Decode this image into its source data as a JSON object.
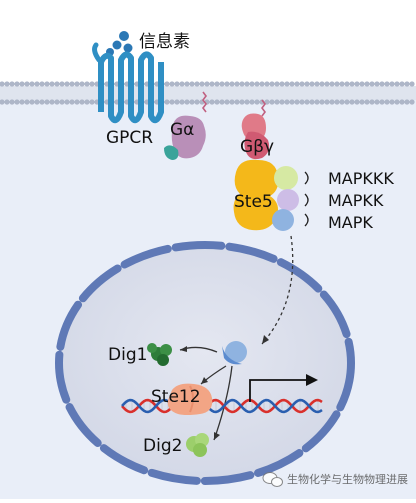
{
  "labels": {
    "pheromone": "信息素",
    "gpcr": "GPCR",
    "g_alpha": "Gα",
    "g_beta_gamma": "Gβγ",
    "ste5": "Ste5",
    "mapkkk": "MAPKKK",
    "mapkk": "MAPKK",
    "mapk": "MAPK",
    "dig1": "Dig1",
    "ste12": "Ste12",
    "dig2": "Dig2"
  },
  "watermark": {
    "text": "生物化学与生物物理进展"
  },
  "colors": {
    "background": "#e9eef8",
    "membrane_head": "#aeb6c8",
    "membrane_tail": "#c9d0de",
    "gpcr": "#2f8fc4",
    "pheromone": "#2b78b5",
    "g_alpha": "#b98fb8",
    "g_beta_gamma": "#e07a88",
    "ste5": "#f4b81a",
    "mapkkk": "#d6e9a3",
    "mapkk": "#cdbde6",
    "mapk": "#8fb3e0",
    "nucleus_fill": "#d8dcea",
    "nucleus_envelope": "#5f79b6",
    "dig1": "#2e7d3a",
    "dig2": "#9ccf6b",
    "ste12": "#f2a585",
    "dna_red": "#d9302c",
    "dna_blue": "#2a5fb0"
  }
}
